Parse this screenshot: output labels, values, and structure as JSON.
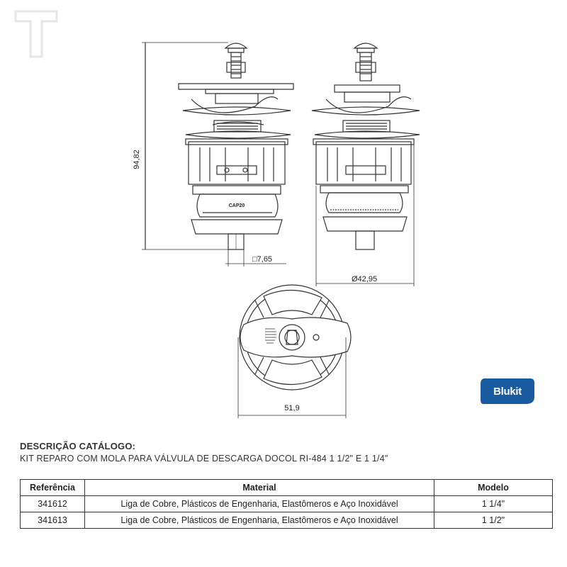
{
  "drawing": {
    "dimensions": {
      "height": "94,82",
      "stem_square": "□7,65",
      "diameter": "Ø42,95",
      "width": "51,9"
    },
    "part_marking": "CAP20"
  },
  "brand": {
    "logo_text": "Blukit",
    "color": "#1a5a9e"
  },
  "catalog": {
    "title": "DESCRIÇÃO CATÁLOGO:",
    "description": "KIT REPARO COM MOLA PARA VÁLVULA DE DESCARGA DOCOL RI-484 1 1/2\" E 1 1/4\""
  },
  "table": {
    "headers": [
      "Referência",
      "Material",
      "Modelo"
    ],
    "rows": [
      [
        "341612",
        "Liga de Cobre, Plásticos de Engenharia, Elastômeros e Aço Inoxidável",
        "1 1/4\""
      ],
      [
        "341613",
        "Liga de Cobre, Plásticos de Engenharia, Elastômeros e Aço Inoxidável",
        "1 1/2\""
      ]
    ]
  }
}
